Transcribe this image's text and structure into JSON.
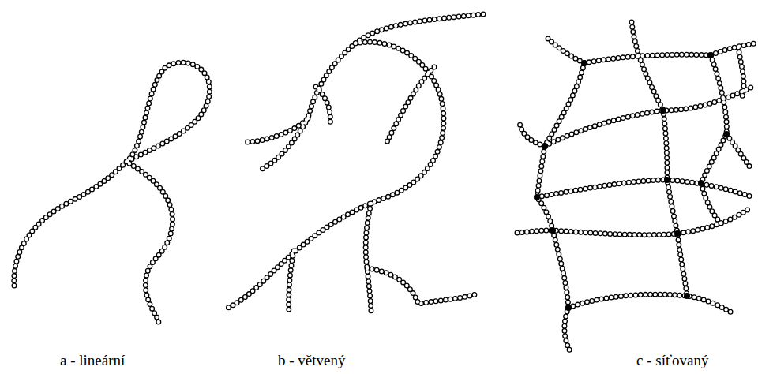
{
  "diagram": {
    "labels": [
      "a - lineární",
      "b - větvený",
      "c - síťovaný"
    ]
  }
}
